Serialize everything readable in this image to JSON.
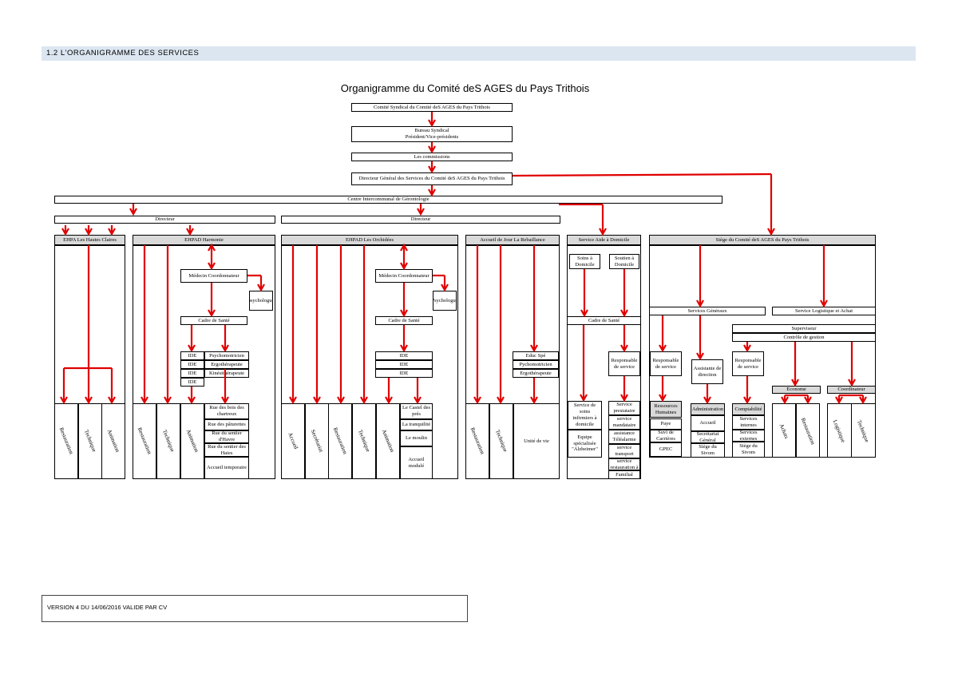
{
  "header": {
    "section_title": "1.2 L'ORGANIGRAMME DES SERVICES"
  },
  "diagram": {
    "title": "Organigramme du Comité deS AGES du Pays Trithois"
  },
  "top": {
    "comite": "Comité Syndical du Comité deS AGES du Pays Trithois",
    "bureau_1": "Bureau Syndical",
    "bureau_2": "Président/Vice-présidents",
    "commissions": "Les commissions",
    "dg": "Directeur Général des Services du Comité deS AGES du Pays Trithois",
    "cig": "Centre Intercommunal de Gérontologie",
    "directeur": "Directeur"
  },
  "ehpa": {
    "title": "EHPA Les Hautes Claires",
    "cols": [
      "Restauration",
      "Technique",
      "Animation"
    ]
  },
  "harmonie": {
    "title": "EHPAD Harmonie",
    "medecin": "Médecin Coordonnateur",
    "psy": "psychologue",
    "cadre": "Cadre de Santé",
    "ide": [
      "IDE",
      "IDE",
      "IDE",
      "IDE"
    ],
    "para": [
      "Psychomotricien",
      "Ergothérapeute",
      "Kinésithérapeute"
    ],
    "cols": [
      "Restauration",
      "Technique",
      "Animation"
    ],
    "units": [
      "Rue des bois des chartreux",
      "Rue des pâturettes",
      "Rue du sentier d'Havre",
      "Rue du sentier des Haies",
      "Accueil temporaire"
    ]
  },
  "orchidees": {
    "title": "EHPAD Les Orchidées",
    "medecin": "Médecin Coordonnateur",
    "psy": "Psychologue",
    "cadre": "Cadre de Santé",
    "ide": [
      "IDE",
      "IDE",
      "IDE"
    ],
    "cols": [
      "Accueil",
      "Secrétariat",
      "Restauration",
      "Technique",
      "Animation"
    ],
    "units": [
      "Le Castel des prés",
      "La tranquilité",
      "Le moulin",
      "Accueil modulé"
    ]
  },
  "accueil": {
    "title": "Accueil de Jour La Rebaillance",
    "para": [
      "Educ Spé",
      "Pychomotricien",
      "Ergothérapeute"
    ],
    "cols": [
      "Restauration",
      "Technique"
    ],
    "unite": "Unité de vie"
  },
  "sad": {
    "title": "Service Aide à Domicile",
    "soins": "Soins à Domicile",
    "soutien": "Soutien à Domicile",
    "cadre": "Cadre de Santé",
    "resp": "Responsable de service",
    "ssiad": "Service de soins infirmiers à domicile",
    "equipe": "Equipe spécialisée \"Alzheimer\"",
    "services": [
      "Service prestataire",
      "service mandataire",
      "assistance Téléalarme",
      "service transport",
      "service restauration à",
      "Familial"
    ]
  },
  "siege": {
    "title": "Siège du Comité deS AGES du Pays Trithois",
    "sg": "Services Généraux",
    "sla": "Service Logistique et Achat",
    "resp": "Responsable de service",
    "assist": "Assistante de direction",
    "superviseur": "Superviseur",
    "cdg": "Contrôle de gestion",
    "rh": "Ressources Humaines",
    "rh_items": [
      "Paye",
      "Suvi de Carrières",
      "GPEC"
    ],
    "admin": "Administration",
    "admin_items": [
      "Accueil",
      "Secrétariat Général",
      "Siège du Sivom"
    ],
    "compta": "Comptabilité",
    "compta_items": [
      "Services internes",
      "Services externes",
      "Siège du Sivom"
    ],
    "econome": "Econome",
    "coord": "Coordinateur",
    "eco_cols": [
      "Achats",
      "Restauration"
    ],
    "coord_cols": [
      "Logistique",
      "Technique"
    ]
  },
  "footer": {
    "version": "VERSION 4 DU 14/06/2016 VALIDE PAR CV"
  },
  "colors": {
    "arrow": "#e00000",
    "header_bg": "#dce6f1",
    "box_grey": "#d9d9d9"
  }
}
